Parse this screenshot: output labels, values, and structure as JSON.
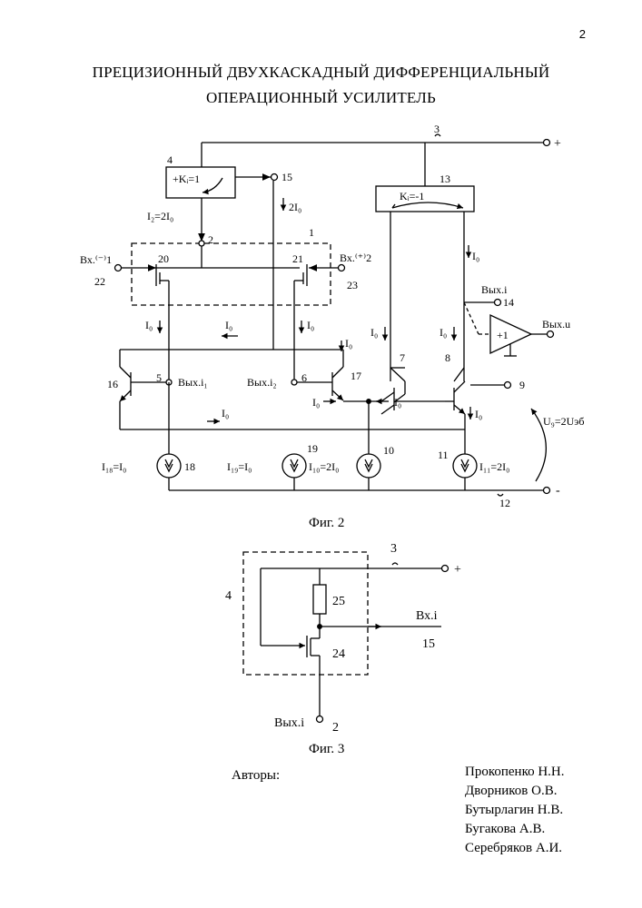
{
  "page_number": "2",
  "title_line1": "ПРЕЦИЗИОННЫЙ ДВУХКАСКАДНЫЙ ДИФФЕРЕНЦИАЛЬНЫЙ",
  "title_line2": "ОПЕРАЦИОННЫЙ УСИЛИТЕЛЬ",
  "fig2": {
    "caption": "Фиг. 2",
    "labels": {
      "n3": "3",
      "plus": "+",
      "n4": "4",
      "k1": "+Kᵢ=1",
      "n15": "15",
      "i2": "I₂=2I₀",
      "i2i0": "2I₀",
      "n2": "2",
      "n1": "1",
      "n13": "13",
      "km1": "Kᵢ=-1",
      "in_minus": "Вх.⁽⁻⁾1",
      "n22": "22",
      "n20": "20",
      "n21": "21",
      "in_plus": "Вх.⁽⁺⁾2",
      "n23": "23",
      "i0": "I₀",
      "out_i_label": "Вых.i",
      "n14": "14",
      "plus1": "+1",
      "out_u": "Вых.u",
      "n16": "16",
      "n5": "5",
      "out_i1": "Вых.i₁",
      "out_i2": "Вых.i₂",
      "n6": "6",
      "n17": "17",
      "n7": "7",
      "n8": "8",
      "n9": "9",
      "u9": "U₉=2Uэб",
      "i18": "I₁₈=I₀",
      "n18": "18",
      "i19": "I₁₉=I₀",
      "n19": "19",
      "i10": "I₁₀=2I₀",
      "n10": "10",
      "n11": "11",
      "i11": "I₁₁=2I₀",
      "n12": "12",
      "minus": "-"
    }
  },
  "fig3": {
    "caption": "Фиг. 3",
    "labels": {
      "n3": "3",
      "plus": "+",
      "n4": "4",
      "n25": "25",
      "in_i": "Вх.i",
      "n15": "15",
      "n24": "24",
      "out_i": "Вых.i",
      "n2": "2"
    }
  },
  "authors_label": "Авторы:",
  "authors": [
    "Прокопенко Н.Н.",
    "Дворников О.В.",
    "Бутырлагин Н.В.",
    "Бугакова А.В.",
    "Серебряков А.И."
  ]
}
